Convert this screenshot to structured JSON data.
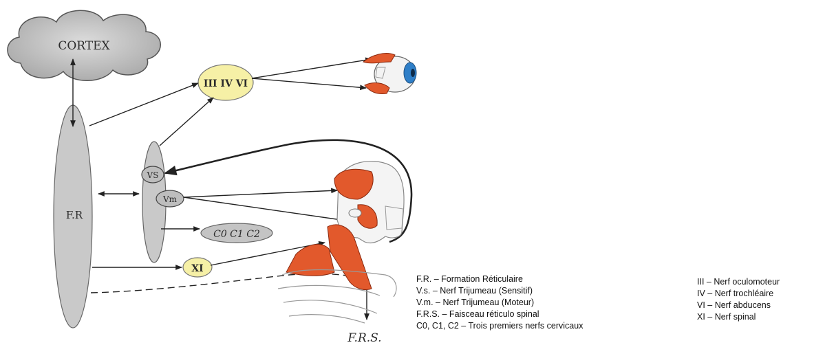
{
  "nodes": {
    "cortex": "CORTEX",
    "fr": "F.R",
    "cranial_group": "III IV VI",
    "vs": "VS",
    "vm": "Vm",
    "cervical_group": "C0 C1 C2",
    "xi": "XI",
    "frs": "F.R.S."
  },
  "legend_left": [
    "F.R. – Formation Réticulaire",
    "V.s. – Nerf Trijumeau (Sensitif)",
    "V.m. – Nerf Trijumeau (Moteur)",
    "F.R.S. – Faisceau réticulo spinal",
    "C0, C1, C2 – Trois premiers nerfs cervicaux"
  ],
  "legend_right": [
    "III – Nerf oculomoteur",
    "IV – Nerf trochléaire",
    "VI – Nerf abducens",
    "XI – Nerf spinal"
  ],
  "colors": {
    "gray_fill": "#c9c9c9",
    "yellow_fill": "#f6f0a6",
    "muscle": "#e2592c",
    "iris": "#2f7fc8",
    "line": "#222222"
  }
}
